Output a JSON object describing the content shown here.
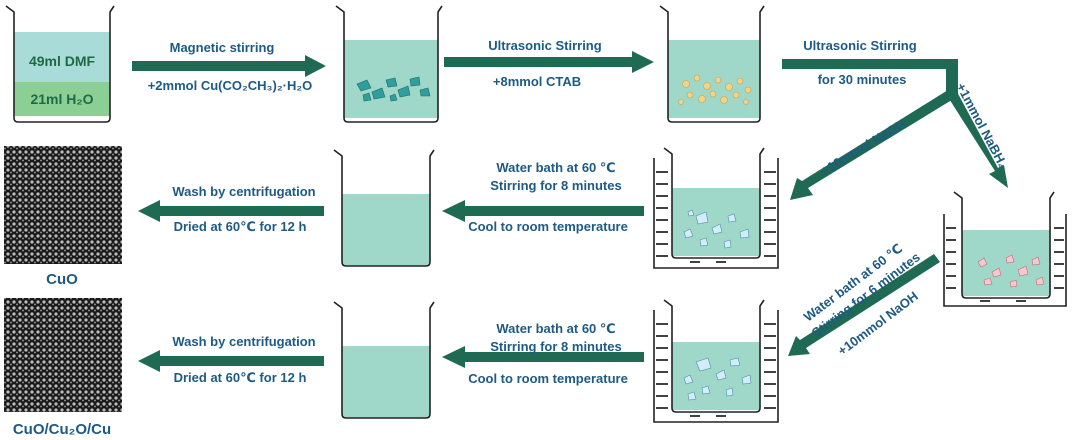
{
  "colors": {
    "arrow": "#1f6a52",
    "liquid": "#9fd8c8",
    "dmf_layer": "#a9dcd9",
    "water_layer": "#8ccf94",
    "label_blue": "#1e5a83",
    "label_green": "#1f6a45",
    "particle_teal": "#2f9e9c",
    "particle_yellow": "#f3d38a",
    "particle_blue": "#d4ecf5",
    "particle_pink": "#f3c9cf"
  },
  "beaker1": {
    "dmf_label": "49ml  DMF",
    "water_label": "21ml  H₂O"
  },
  "step1": {
    "top": "Magnetic stirring",
    "bottom": "+2mmol Cu(CO₂CH₃)₂·H₂O"
  },
  "step2": {
    "top": "Ultrasonic Stirring",
    "bottom": "+8mmol CTAB"
  },
  "step3": {
    "top": "Ultrasonic Stirring",
    "bottom": "for 30 minutes"
  },
  "branch_naoh": "+10mmol NaOH",
  "branch_nabh4": "+1mmol NaBH₄",
  "bath_upper": {
    "line1": "Water bath at 60 ℃",
    "line2": "Stirring for 8 minutes",
    "line3": "Cool to room temperature"
  },
  "wash_upper": {
    "line1": "Wash by centrifugation",
    "line2": "Dried at 60℃ for 12 h"
  },
  "result_upper": "CuO",
  "diag_lower": {
    "line1": "Water bath at 60 ℃",
    "line2": "Stirring for 6 minutes",
    "line3": "+10mmol NaOH"
  },
  "bath_lower": {
    "line1": "Water bath at 60 ℃",
    "line2": "Stirring for 8 minutes",
    "line3": "Cool to room temperature"
  },
  "wash_lower": {
    "line1": "Wash by centrifugation",
    "line2": "Dried at 60℃ for 12 h"
  },
  "result_lower": "CuO/Cu₂O/Cu"
}
